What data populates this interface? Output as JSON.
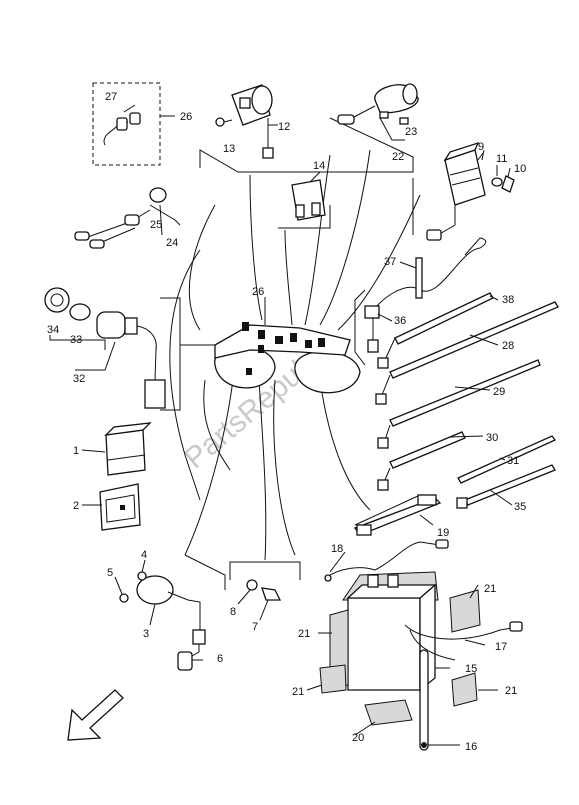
{
  "watermark": "PartsRepublik",
  "callouts": {
    "c1": "1",
    "c2": "2",
    "c3": "3",
    "c4": "4",
    "c5": "5",
    "c6": "6",
    "c7": "7",
    "c8": "8",
    "c9": "9",
    "c10": "10",
    "c11": "11",
    "c12": "12",
    "c13": "13",
    "c14": "14",
    "c15": "15",
    "c16": "16",
    "c17": "17",
    "c18": "18",
    "c19": "19",
    "c20": "20",
    "c21a": "21",
    "c21b": "21",
    "c21c": "21",
    "c21d": "21",
    "c22": "22",
    "c23": "23",
    "c24": "24",
    "c25": "25",
    "c26a": "26",
    "c26b": "26",
    "c27": "27",
    "c28": "28",
    "c29": "29",
    "c30": "30",
    "c31": "31",
    "c32": "32",
    "c33": "33",
    "c34": "34",
    "c35": "35",
    "c36": "36",
    "c37": "37",
    "c38": "38"
  },
  "icons": {
    "front_arrow": "front-direction-arrow-icon"
  }
}
